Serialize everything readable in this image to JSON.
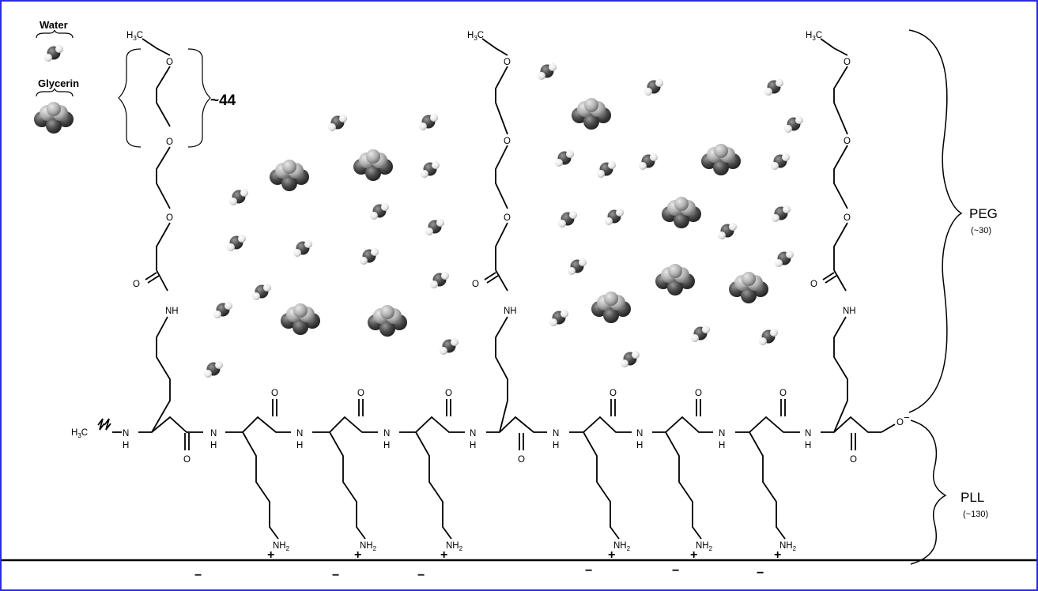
{
  "legend": {
    "water": "Water",
    "glycerin": "Glycerin"
  },
  "labels": {
    "repeat_count": "~44",
    "peg": "PEG",
    "peg_count": "(~30)",
    "pll": "PLL",
    "pll_count": "(~130)"
  },
  "atoms": {
    "carbon": "C",
    "oxygen": "O",
    "nitrogen": "N",
    "hydrogen": "H",
    "nh": "NH",
    "ch3_prefix": "H",
    "sub3": "3",
    "nh2": "NH",
    "sub2": "2",
    "minus": "−",
    "plus": "+"
  },
  "colors": {
    "frame": "#2b2be0",
    "oxygen_atom": "#4a4a4a",
    "hydrogen_atom": "#f0f0f0",
    "carbon_atom": "#b4b4b4"
  },
  "icons": {
    "water_molecule": "water-molecule-icon",
    "glycerin_molecule": "glycerin-molecule-icon",
    "brace": "curly-brace-icon"
  }
}
